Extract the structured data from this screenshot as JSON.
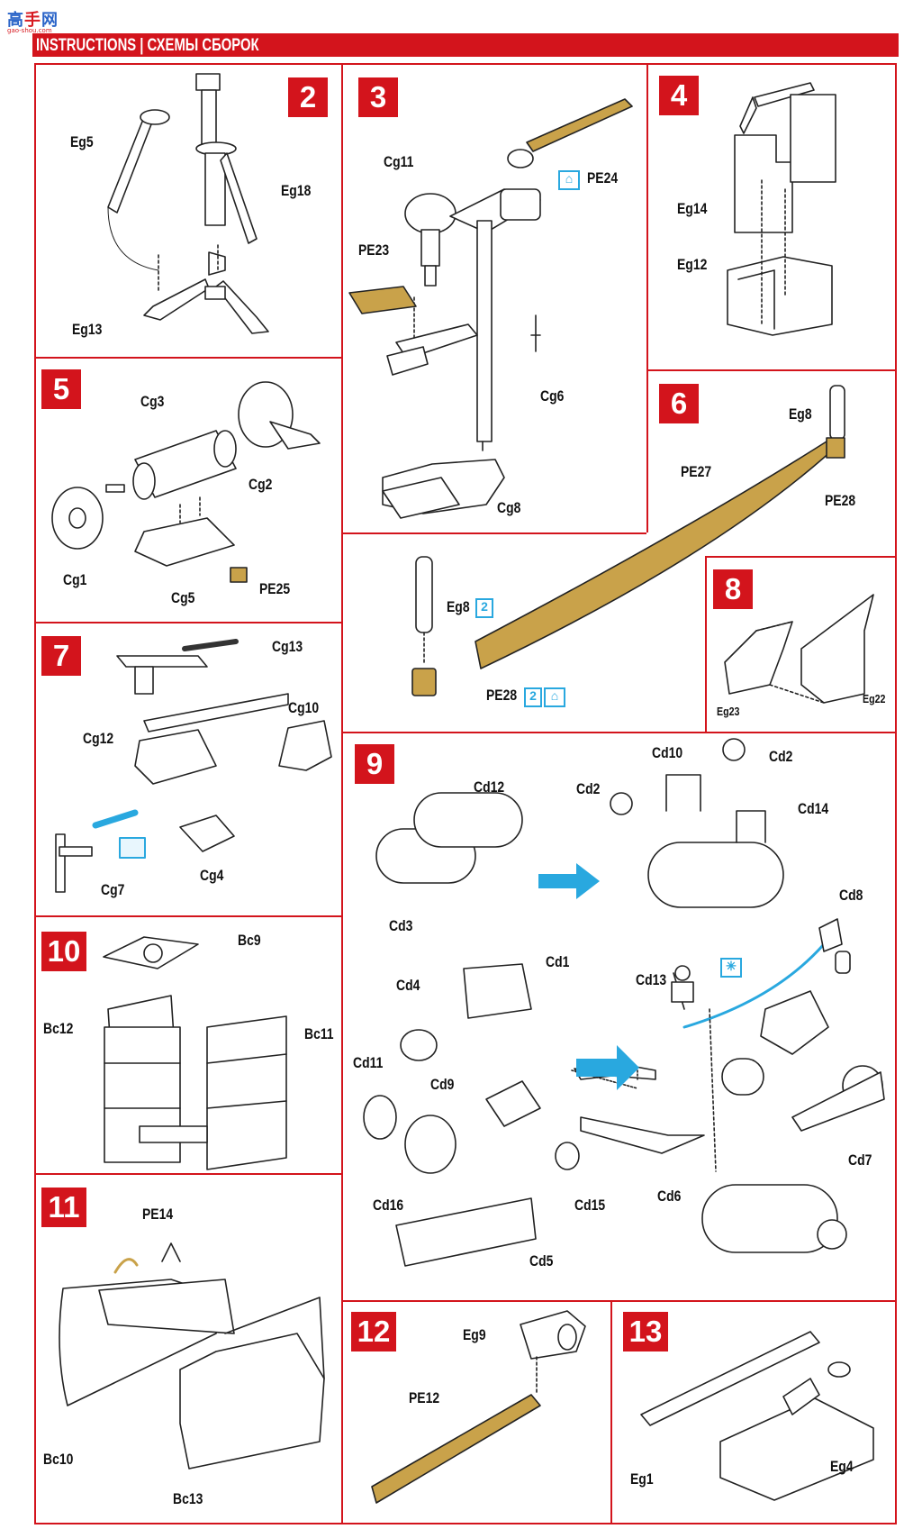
{
  "site": {
    "logo_cn_1": "高",
    "logo_cn_2": "手",
    "logo_cn_3": "网",
    "url": "gao-shou.com"
  },
  "header": {
    "title": "INSTRUCTIONS | СХЕМЫ СБОРОК"
  },
  "steps": {
    "s2": {
      "number": "2",
      "labels": {
        "eg5": "Eg5",
        "eg18": "Eg18",
        "eg13": "Eg13"
      }
    },
    "s3": {
      "number": "3",
      "labels": {
        "cg11": "Cg11",
        "pe24": "PE24",
        "pe23": "PE23",
        "cg6": "Cg6",
        "cg8": "Cg8"
      }
    },
    "s4": {
      "number": "4",
      "labels": {
        "eg14": "Eg14",
        "eg12": "Eg12"
      }
    },
    "s5": {
      "number": "5",
      "labels": {
        "cg3": "Cg3",
        "cg2": "Cg2",
        "cg1": "Cg1",
        "cg5": "Cg5",
        "pe25": "PE25"
      }
    },
    "s6": {
      "number": "6",
      "labels": {
        "eg8_top": "Eg8",
        "pe27": "PE27",
        "pe28_top": "PE28",
        "eg8_bottom": "Eg8",
        "pe28_bottom": "PE28",
        "badge_2a": "2",
        "badge_2b": "2"
      }
    },
    "s7": {
      "number": "7",
      "labels": {
        "cg13": "Cg13",
        "cg10": "Cg10",
        "cg12": "Cg12",
        "cg7": "Cg7",
        "cg4": "Cg4"
      }
    },
    "s8": {
      "number": "8",
      "labels": {
        "eg23": "Eg23",
        "eg22": "Eg22"
      }
    },
    "s9": {
      "number": "9",
      "labels": {
        "cd12": "Cd12",
        "cd10": "Cd10",
        "cd2a": "Cd2",
        "cd2b": "Cd2",
        "cd14": "Cd14",
        "cd3": "Cd3",
        "cd8": "Cd8",
        "cd1": "Cd1",
        "cd4": "Cd4",
        "cd13": "Cd13",
        "cd11": "Cd11",
        "cd9": "Cd9",
        "cd7": "Cd7",
        "cd16": "Cd16",
        "cd15": "Cd15",
        "cd6": "Cd6",
        "cd5": "Cd5"
      }
    },
    "s10": {
      "number": "10",
      "labels": {
        "bc9": "Bc9",
        "bc12": "Bc12",
        "bc11": "Bc11"
      }
    },
    "s11": {
      "number": "11",
      "labels": {
        "pe14": "PE14",
        "bc10": "Bc10",
        "bc13": "Bc13"
      }
    },
    "s12": {
      "number": "12",
      "labels": {
        "eg9": "Eg9",
        "pe12": "PE12"
      }
    },
    "s13": {
      "number": "13",
      "labels": {
        "eg1": "Eg1",
        "eg4": "Eg4"
      }
    }
  },
  "colors": {
    "accent_red": "#d3141c",
    "photoetch_gold": "#c9a24a",
    "info_blue": "#29a8df",
    "line": "#222222"
  }
}
